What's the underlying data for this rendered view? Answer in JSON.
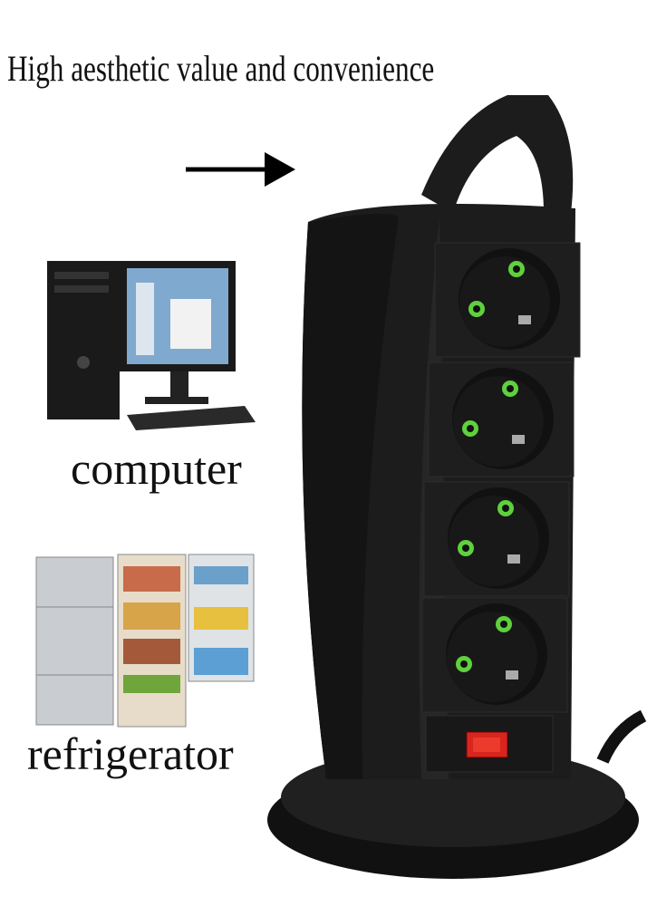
{
  "headline": "High aesthetic value and convenience",
  "labels": {
    "computer": "computer",
    "refrigerator": "refrigerator"
  },
  "product": {
    "outlet_count": 4,
    "body_color": "#1c1c1c",
    "socket_accent": "#5ed13c",
    "switch_color": "#d8261f"
  },
  "icons": [
    "arrow-right-icon"
  ]
}
